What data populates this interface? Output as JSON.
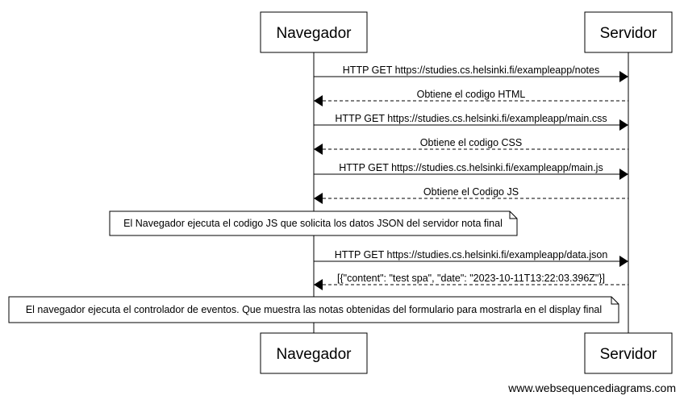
{
  "actors": {
    "client": "Navegador",
    "server": "Servidor"
  },
  "messages": [
    {
      "text": "HTTP GET https://studies.cs.helsinki.fi/exampleapp/notes",
      "direction": "to-server",
      "style": "solid"
    },
    {
      "text": "Obtiene el codigo HTML",
      "direction": "to-client",
      "style": "dashed"
    },
    {
      "text": "HTTP GET https://studies.cs.helsinki.fi/exampleapp/main.css",
      "direction": "to-server",
      "style": "solid"
    },
    {
      "text": "Obtiene el codigo CSS",
      "direction": "to-client",
      "style": "dashed"
    },
    {
      "text": "HTTP GET https://studies.cs.helsinki.fi/exampleapp/main.js",
      "direction": "to-server",
      "style": "solid"
    },
    {
      "text": "Obtiene el Codigo JS",
      "direction": "to-client",
      "style": "dashed"
    },
    {
      "text": "HTTP GET https://studies.cs.helsinki.fi/exampleapp/data.json",
      "direction": "to-server",
      "style": "solid"
    },
    {
      "text": "[{\"content\": \"test spa\", \"date\": \"2023-10-11T13:22:03.396Z\"}]",
      "direction": "to-client",
      "style": "dashed"
    }
  ],
  "notes": [
    {
      "text": "El Navegador ejecuta el codigo JS que solicita los datos JSON del servidor nota final"
    },
    {
      "text": "El navegador ejecuta el controlador de eventos. Que muestra las notas obtenidas del formulario para mostrarla en el display final"
    }
  ],
  "watermark": "www.websequencediagrams.com"
}
